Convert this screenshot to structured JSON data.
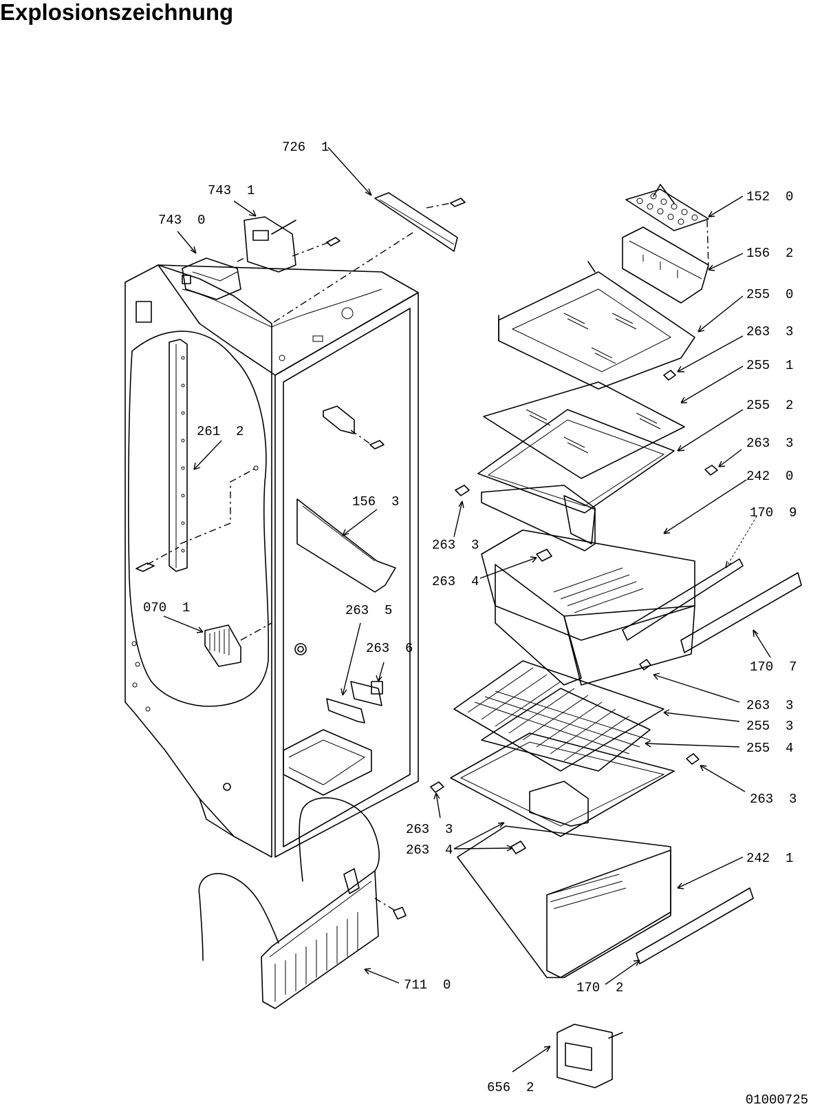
{
  "page": {
    "title": "Explosionszeichnung",
    "document_number": "01000725"
  },
  "callouts": [
    {
      "id": "c-726-1",
      "text": "726  1"
    },
    {
      "id": "c-743-1",
      "text": "743  1"
    },
    {
      "id": "c-743-0",
      "text": "743  0"
    },
    {
      "id": "c-261-2",
      "text": "261  2"
    },
    {
      "id": "c-156-3",
      "text": "156  3"
    },
    {
      "id": "c-070-1",
      "text": "070  1"
    },
    {
      "id": "c-263-5",
      "text": "263  5"
    },
    {
      "id": "c-263-6",
      "text": "263  6"
    },
    {
      "id": "c-711-0",
      "text": "711  0"
    },
    {
      "id": "c-152-0",
      "text": "152  0"
    },
    {
      "id": "c-156-2",
      "text": "156  2"
    },
    {
      "id": "c-255-0",
      "text": "255  0"
    },
    {
      "id": "c-263-3a",
      "text": "263  3"
    },
    {
      "id": "c-255-1",
      "text": "255  1"
    },
    {
      "id": "c-255-2",
      "text": "255  2"
    },
    {
      "id": "c-263-3b",
      "text": "263  3"
    },
    {
      "id": "c-242-0",
      "text": "242  0"
    },
    {
      "id": "c-170-9",
      "text": "170  9"
    },
    {
      "id": "c-263-3c",
      "text": "263  3"
    },
    {
      "id": "c-263-4a",
      "text": "263  4"
    },
    {
      "id": "c-170-7",
      "text": "170  7"
    },
    {
      "id": "c-263-3d",
      "text": "263  3"
    },
    {
      "id": "c-255-3",
      "text": "255  3"
    },
    {
      "id": "c-255-4",
      "text": "255  4"
    },
    {
      "id": "c-263-3e",
      "text": "263  3"
    },
    {
      "id": "c-263-3f",
      "text": "263  3"
    },
    {
      "id": "c-263-4b",
      "text": "263  4"
    },
    {
      "id": "c-242-1",
      "text": "242  1"
    },
    {
      "id": "c-170-2",
      "text": "170  2"
    },
    {
      "id": "c-656-2",
      "text": "656  2"
    }
  ]
}
